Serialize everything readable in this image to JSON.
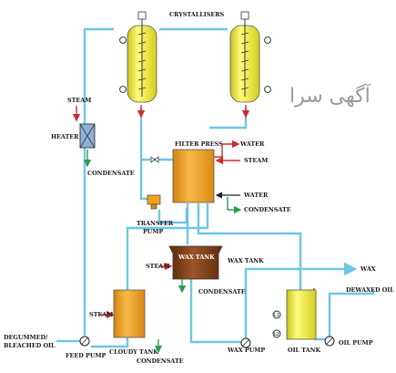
{
  "labels": {
    "crystallisers": "CRYSTALLISERS",
    "steam_heater": "STEAM",
    "heater": "HEATER",
    "condensate_heater": "CONDENSATE",
    "filter_press": "FILTER PRESS",
    "water_top": "WATER",
    "steam_fp": "STEAM",
    "water_bottom": "WATER",
    "condensate_fp": "CONDENSATE",
    "transfer_pump_1": "TRANSFER",
    "transfer_pump_2": "PUMP",
    "wax_tank_inner": "WAX TANK",
    "wax_tank": "WAX TANK",
    "steam_wax": "STEAM",
    "condensate_wax": "CONDENSATE",
    "wax": "WAX",
    "dewaxed_oil": "DEWAXED OIL",
    "steam_cloudy": "STEAM",
    "feed_in_1": "DEGUMMED/",
    "feed_in_2": "BLEACHED OIL",
    "feed_pump": "FEED PUMP",
    "cloudy_tank": "CLOUDY TANK",
    "condensate_cloudy": "CONDENSATE",
    "wax_pump": "WAX PUMP",
    "oil_tank": "OIL TANK",
    "oil_pump": "OIL PUMP",
    "level_1": "L1",
    "level_2": "L2"
  },
  "watermark": "آگهی سرا",
  "colors": {
    "pipe": "#6ec6e6",
    "crystalliser": "#f1ea2c",
    "filter_press": "#f2a21e",
    "cloudy_tank": "#f2a21e",
    "wax_tank": "#7a3f1a",
    "oil_tank": "#f1ea2c",
    "steam_line": "#d42a2a",
    "condensate_line": "#2f9a55"
  }
}
